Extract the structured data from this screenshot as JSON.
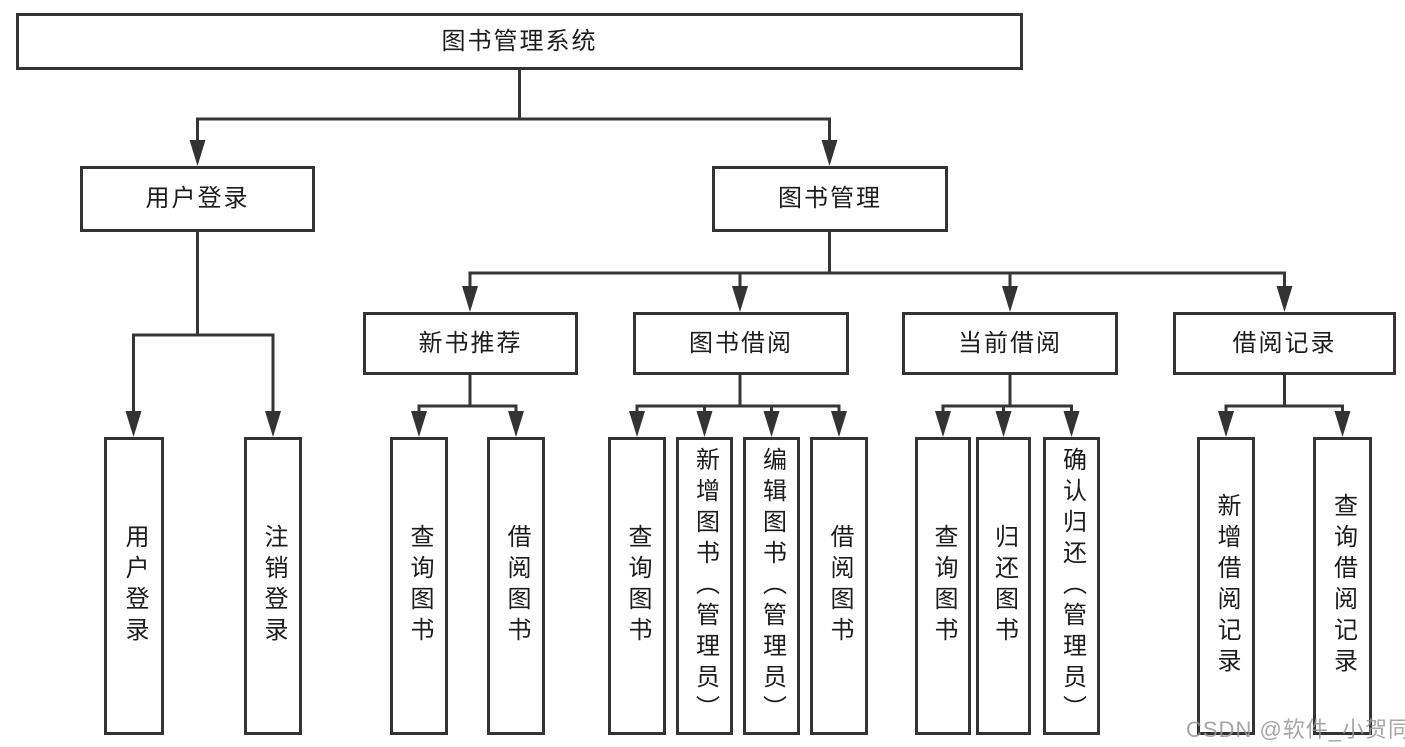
{
  "tree": {
    "label": "图书管理系统",
    "children": [
      {
        "label": "用户登录",
        "children": [
          {
            "label": "用户登录"
          },
          {
            "label": "注销登录"
          }
        ]
      },
      {
        "label": "图书管理",
        "children": [
          {
            "label": "新书推荐",
            "children": [
              {
                "label": "查询图书"
              },
              {
                "label": "借阅图书"
              }
            ]
          },
          {
            "label": "图书借阅",
            "children": [
              {
                "label": "查询图书"
              },
              {
                "label": "新增图书（管理员）"
              },
              {
                "label": "编辑图书（管理员）"
              },
              {
                "label": "借阅图书"
              }
            ]
          },
          {
            "label": "当前借阅",
            "children": [
              {
                "label": "查询图书"
              },
              {
                "label": "归还图书"
              },
              {
                "label": "确认归还（管理员）"
              }
            ]
          },
          {
            "label": "借阅记录",
            "children": [
              {
                "label": "新增借阅记录"
              },
              {
                "label": "查询借阅记录"
              }
            ]
          }
        ]
      }
    ]
  },
  "watermark": {
    "text": "CSDN @软件_小贺同学",
    "color": "#a6a6a6"
  },
  "colors": {
    "line": "#363636",
    "box_border": "#333333",
    "text": "#1c1c1c",
    "background": "#ffffff"
  }
}
